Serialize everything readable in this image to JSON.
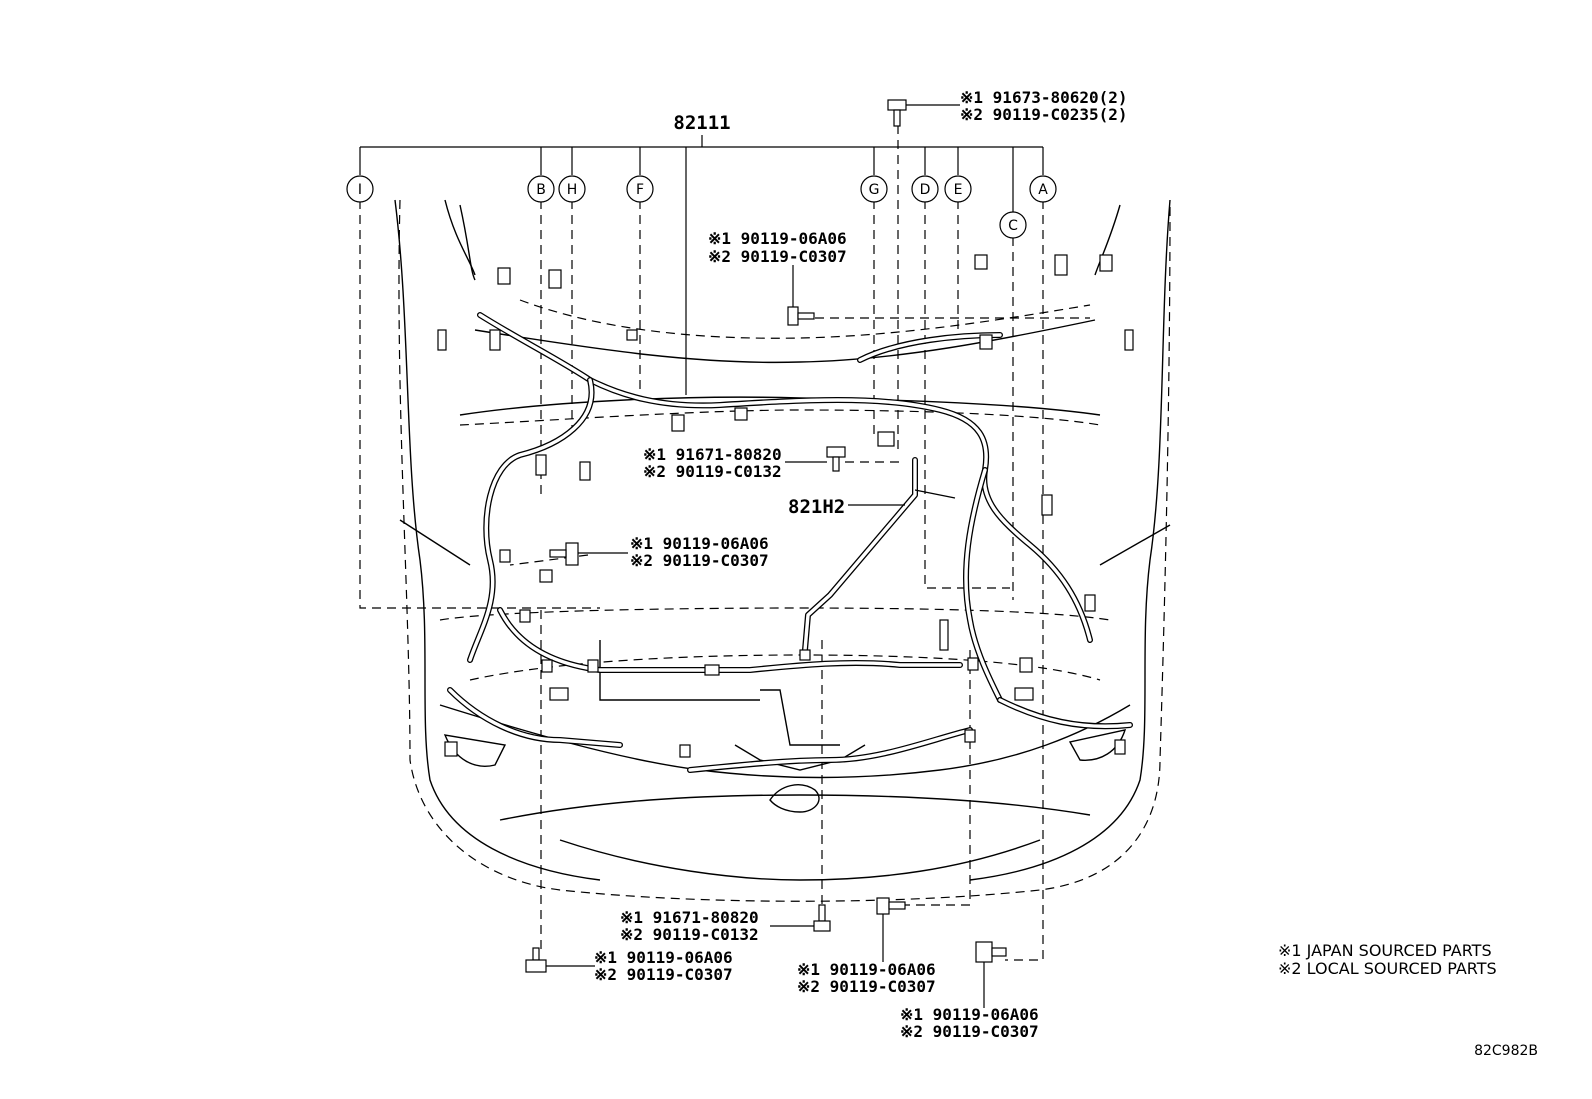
{
  "diagram": {
    "main_part": "82111",
    "sub_part": "821H2",
    "diagram_code": "82C982B",
    "callouts": [
      "I",
      "B",
      "H",
      "F",
      "G",
      "D",
      "E",
      "C",
      "A"
    ],
    "legend": [
      "※1 JAPAN SOURCED PARTS",
      "※2 LOCAL SOURCED PARTS"
    ],
    "fasteners": [
      {
        "line1": "※1 91673-80620(2)",
        "line2": "※2 90119-C0235(2)"
      },
      {
        "line1": "※1 90119-06A06",
        "line2": "※2 90119-C0307"
      },
      {
        "line1": "※1 91671-80820",
        "line2": "※2 90119-C0132"
      },
      {
        "line1": "※1 90119-06A06",
        "line2": "※2 90119-C0307"
      },
      {
        "line1": "※1 91671-80820",
        "line2": "※2 90119-C0132"
      },
      {
        "line1": "※1 90119-06A06",
        "line2": "※2 90119-C0307"
      },
      {
        "line1": "※1 90119-06A06",
        "line2": "※2 90119-C0307"
      },
      {
        "line1": "※1 90119-06A06",
        "line2": "※2 90119-C0307"
      }
    ]
  }
}
